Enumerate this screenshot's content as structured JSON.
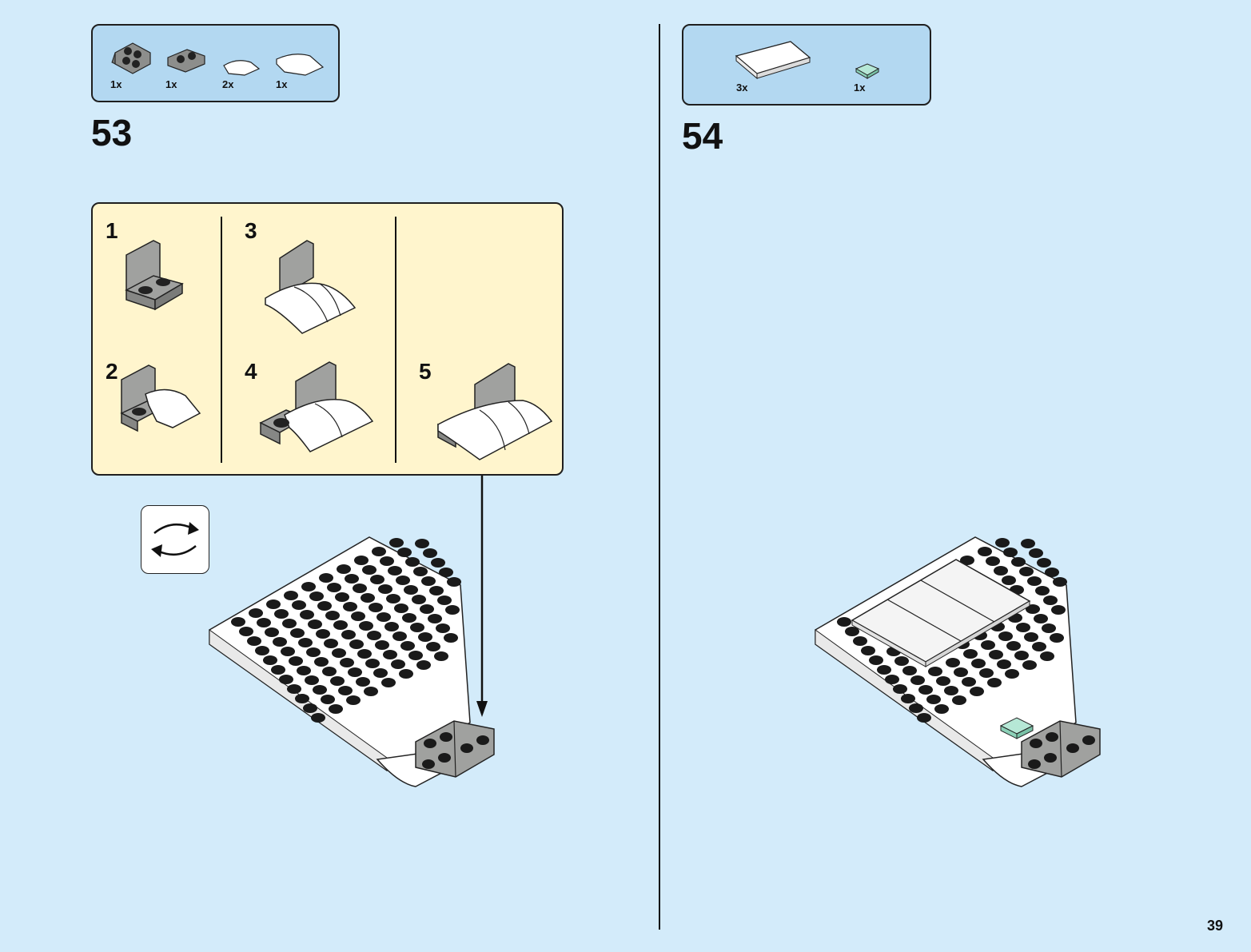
{
  "page_number": "39",
  "step_53": {
    "number": "53",
    "parts": [
      {
        "qty": "1x",
        "icon": "bracket-2x2-dark-gray-icon"
      },
      {
        "qty": "1x",
        "icon": "bracket-1x2-dark-gray-icon"
      },
      {
        "qty": "2x",
        "icon": "curved-slope-small-white-icon"
      },
      {
        "qty": "1x",
        "icon": "curved-slope-large-white-icon"
      }
    ],
    "substeps": [
      "1",
      "2",
      "3",
      "4",
      "5"
    ],
    "rotate_icon": "rotate-model-icon"
  },
  "step_54": {
    "number": "54",
    "parts": [
      {
        "qty": "3x",
        "icon": "tile-white-icon"
      },
      {
        "qty": "1x",
        "icon": "tile-1x1-trans-clear-icon"
      }
    ]
  },
  "colors": {
    "page_background": "#d3ebfa",
    "parts_box": "#b3d8f1",
    "substep_box": "#fff5cd",
    "brick_white": "#ffffff",
    "brick_gray": "#a0a19f",
    "stud_black": "#1a1a1a",
    "trans_clear": "#b6e8d6"
  }
}
